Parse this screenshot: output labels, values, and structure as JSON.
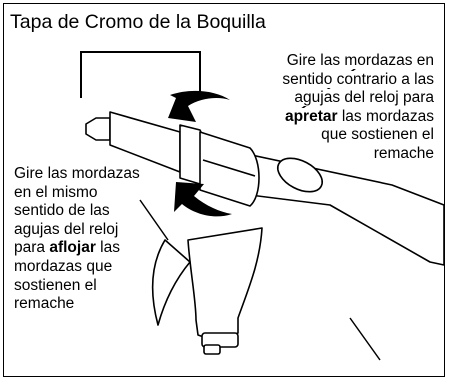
{
  "title": "Tapa de Cromo de la Boquilla",
  "right_note": {
    "line1": "Gire las mordazas en",
    "line2": "sentido contrario a las",
    "line3": "agujas del reloj para",
    "line4_bold": "apretar",
    "line4_rest": " las mordazas",
    "line5": "que sostienen el",
    "line6": "remache"
  },
  "left_note": {
    "line1": "Gire las mordazas",
    "line2": "en el mismo",
    "line3": "sentido de las",
    "line4": "agujas del reloj",
    "line5_pre": "para ",
    "line5_bold": "aflojar",
    "line5_rest": " las",
    "line6": "mordazas que",
    "line7": "sostienen el",
    "line8": "remache"
  }
}
